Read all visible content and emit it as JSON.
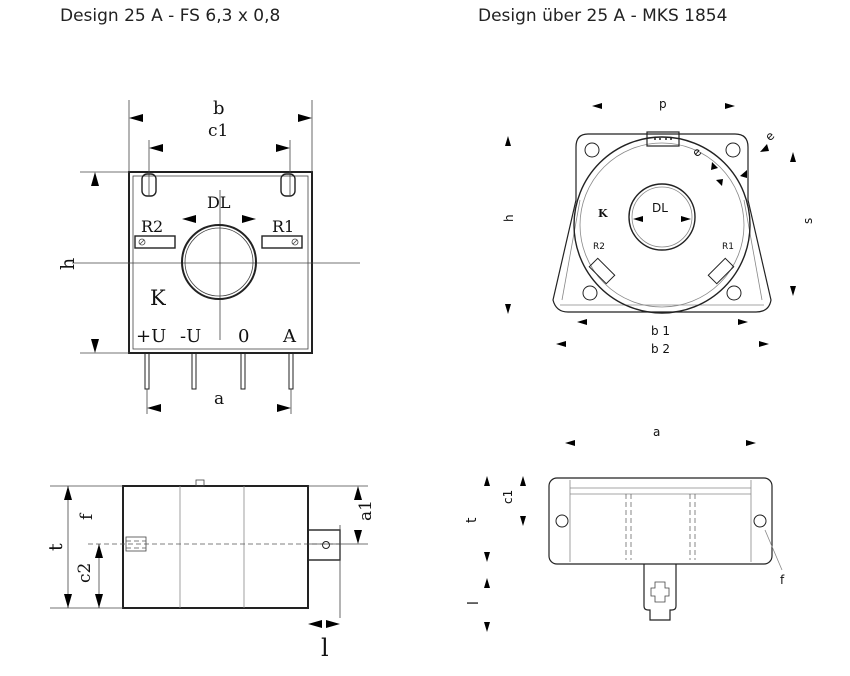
{
  "captions": {
    "left": "Design 25 A - FS 6,3 x 0,8",
    "right": "Design über 25 A - MKS 1854"
  },
  "left_front": {
    "b": "b",
    "c1": "c1",
    "h": "h",
    "dl": "DL",
    "r2": "R2",
    "r1": "R1",
    "k": "K",
    "term_plus": "+U",
    "term_minus": "-U",
    "term_zero": "0",
    "term_a": "A",
    "a": "a"
  },
  "left_side": {
    "t": "t",
    "c2": "c2",
    "f": "f",
    "a1": "a1",
    "l": "l"
  },
  "right_front": {
    "p": "p",
    "e1": "e",
    "e2": "e",
    "h": "h",
    "s": "s",
    "k": "K",
    "dl": "DL",
    "r2": "R2",
    "r1": "R1",
    "b1": "b 1",
    "b2": "b 2"
  },
  "right_side": {
    "a": "a",
    "c1": "c1",
    "t": "t",
    "l": "l",
    "f": "f"
  }
}
